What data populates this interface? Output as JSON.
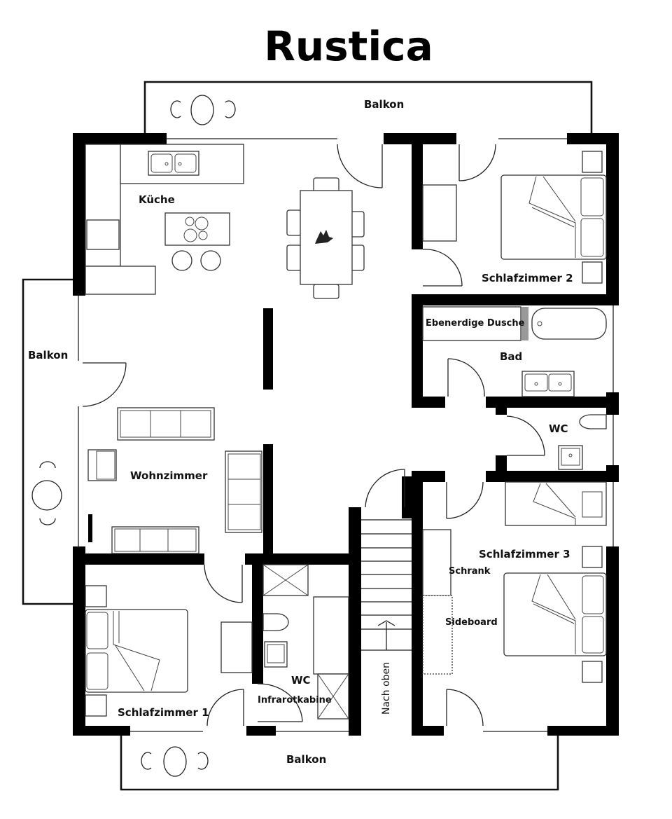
{
  "title": "Rustica",
  "rooms": {
    "balkon_top": "Balkon",
    "balkon_left": "Balkon",
    "balkon_bottom": "Balkon",
    "kueche": "Küche",
    "wohnzimmer": "Wohnzimmer",
    "schlafzimmer_1": "Schlafzimmer 1",
    "schlafzimmer_2": "Schlafzimmer 2",
    "schlafzimmer_3": "Schlafzimmer 3",
    "bad": "Bad",
    "wc_right": "WC",
    "wc_center": "WC",
    "infrarotkabine": "Infrarotkabine",
    "ebenerdige_dusche": "Ebenerdige Dusche"
  },
  "furniture_labels": {
    "schrank": "Schrank",
    "sideboard": "Sideboard"
  },
  "stairs": {
    "label": "Nach oben"
  },
  "colors": {
    "wall": "#000000",
    "line": "#222222",
    "background": "#ffffff",
    "shower_divider": "#999999"
  }
}
